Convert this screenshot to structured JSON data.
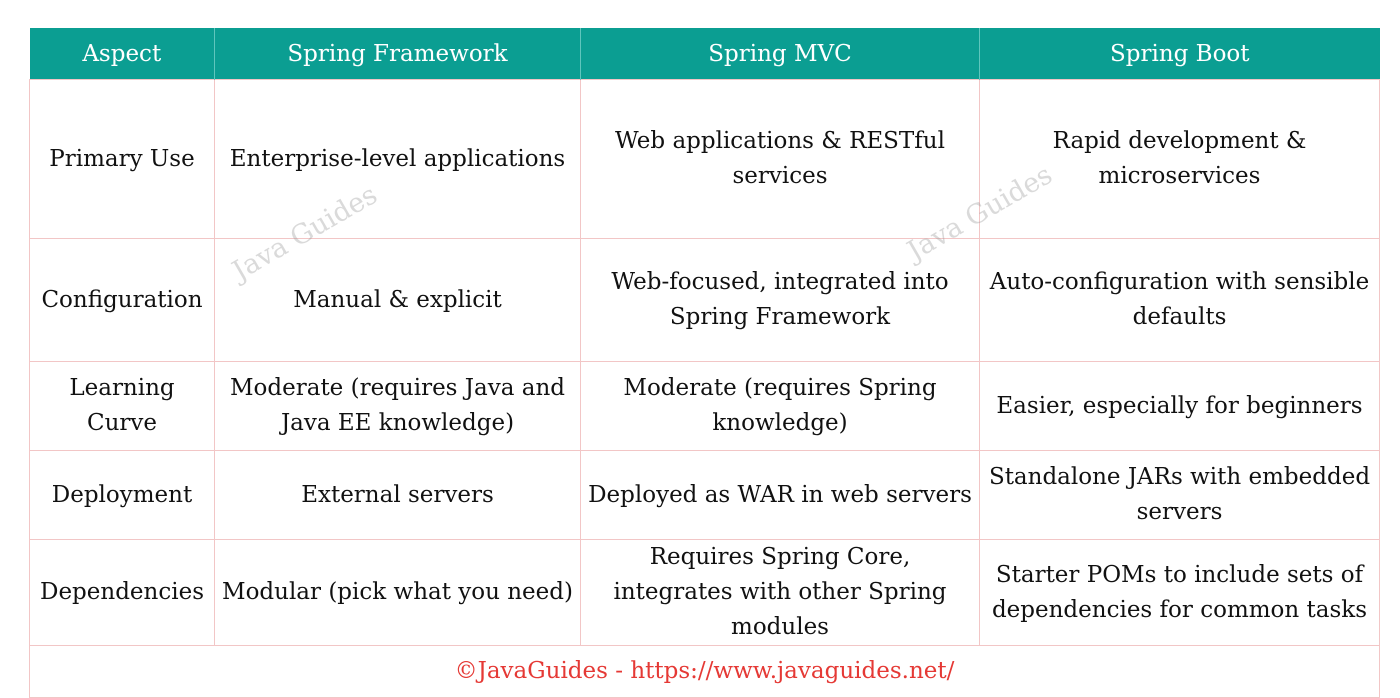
{
  "table": {
    "headers": [
      "Aspect",
      "Spring Framework",
      "Spring MVC",
      "Spring Boot"
    ],
    "rows": [
      [
        "Primary Use",
        "Enterprise-level applications",
        "Web applications & RESTful services",
        "Rapid development & microservices"
      ],
      [
        "Configuration",
        "Manual & explicit",
        "Web-focused, integrated into Spring Framework",
        "Auto-configuration with sensible defaults"
      ],
      [
        "Learning Curve",
        "Moderate (requires Java and Java EE knowledge)",
        "Moderate (requires Spring knowledge)",
        "Easier, especially for beginners"
      ],
      [
        "Deployment",
        "External servers",
        "Deployed as WAR in web servers",
        "Standalone JARs with embedded servers"
      ],
      [
        "Dependencies",
        "Modular (pick what you need)",
        "Requires Spring Core, integrates with other Spring modules",
        "Starter POMs to include sets of dependencies for common tasks"
      ]
    ],
    "footer": "©JavaGuides - https://www.javaguides.net/"
  },
  "watermark": {
    "text": "Java Guides"
  },
  "colors": {
    "header_bg": "#0b9e92",
    "header_text": "#ffffff",
    "grid": "#f2c6c6",
    "footer_text": "#e53935"
  }
}
